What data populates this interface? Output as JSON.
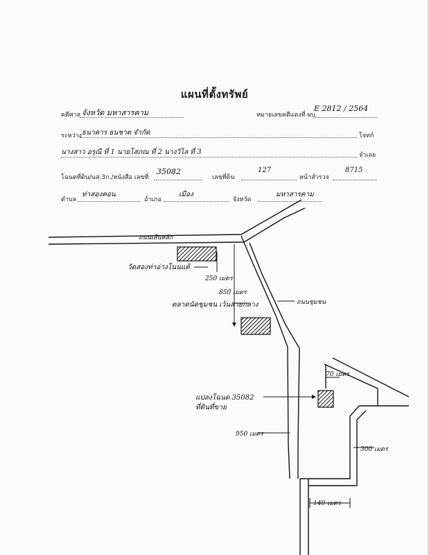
{
  "title": "แผนที่ตั้งทรัพย์",
  "court": {
    "label": "คดีศาล",
    "value": "จังหวัด มหาสารคาม"
  },
  "case_no": {
    "label": "หมายเลขคดีแดงที่ ผบ.",
    "value": "E 2812 / 2564"
  },
  "plaintiff": {
    "label": "ระหว่าง",
    "value": "ธนาคาร ธนชาต   จำกัด",
    "suffix": "โจทก์"
  },
  "defendants": {
    "value": "นางสาว อรุณี   ที่ 1   นายโสภณ  ที่ 2   นางวิไล  ที่ 3",
    "suffix": "จำเลย"
  },
  "deed": {
    "label": "โฉนดที่ดิน/นส.3ก./หนังสือ เลขที่",
    "number": "35082",
    "land_label": "เลขที่ดิน",
    "land_no": "127",
    "page_label": "หน้าสำรวจ",
    "page_no": "8715"
  },
  "location": {
    "subdistrict_label": "ตำบล",
    "subdistrict": "ท่าสองคอน",
    "district_label": "อำเภอ",
    "district": "เมือง",
    "province_label": "จังหวัด",
    "province": "มหาสารคาม"
  },
  "map": {
    "road_top": "ถนนเส้นหลัก",
    "temple": "วัดสองท่าอ่างโนนแต้",
    "temple_dist": "250 เมตร",
    "dist_850_a": "850 เมตร",
    "market": "ตลาดนัดชุมชน เว้นสายกลาง",
    "road_side": "ถนนชุมชน",
    "property": "แปลงโฉนด 35082",
    "property_sub": "ที่ดินที่ขาย",
    "dist_70": "70 เมตร",
    "dist_950": "950 เมตร",
    "dist_300": "300 เมตร",
    "dist_140": "140 เมตร"
  }
}
